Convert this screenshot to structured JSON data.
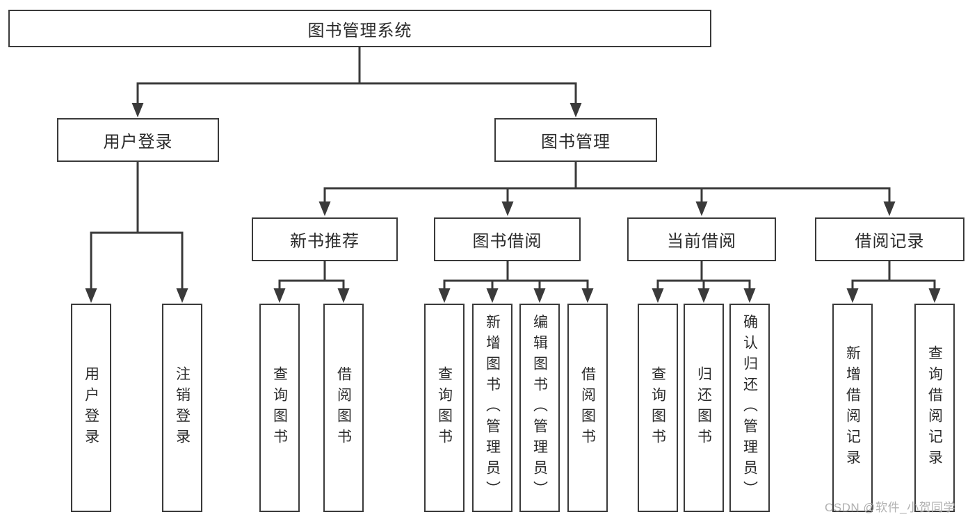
{
  "tree": {
    "root": {
      "label": "图书管理系统"
    },
    "user_login": {
      "label": "用户登录",
      "children": [
        {
          "label": "用户登录"
        },
        {
          "label": "注销登录"
        }
      ]
    },
    "book_mgmt": {
      "label": "图书管理",
      "sections": [
        {
          "label": "新书推荐",
          "children": [
            {
              "label": "查询图书"
            },
            {
              "label": "借阅图书"
            }
          ]
        },
        {
          "label": "图书借阅",
          "children": [
            {
              "label": "查询图书"
            },
            {
              "label": "新增图书（管理员）"
            },
            {
              "label": "编辑图书（管理员）"
            },
            {
              "label": "借阅图书"
            }
          ]
        },
        {
          "label": "当前借阅",
          "children": [
            {
              "label": "查询图书"
            },
            {
              "label": "归还图书"
            },
            {
              "label": "确认归还（管理员）"
            }
          ]
        },
        {
          "label": "借阅记录",
          "children": [
            {
              "label": "新增借阅记录"
            },
            {
              "label": "查询借阅记录"
            }
          ]
        }
      ]
    }
  },
  "watermark": {
    "text": "CSDN @软件_小贺同学"
  },
  "colors": {
    "line": "#3a3a3a",
    "text": "#2b2b2b",
    "watermark": "#b0b0b0",
    "background": "#ffffff"
  }
}
